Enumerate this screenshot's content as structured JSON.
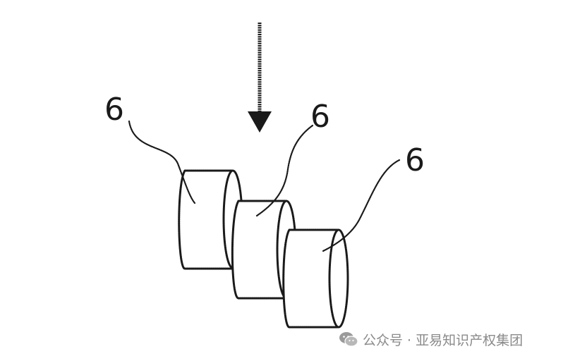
{
  "reference_numerals": [
    "6",
    "6",
    "6"
  ],
  "watermark": {
    "icon": "wechat-icon",
    "text": "公众号 · 亚易知识产权集团"
  }
}
